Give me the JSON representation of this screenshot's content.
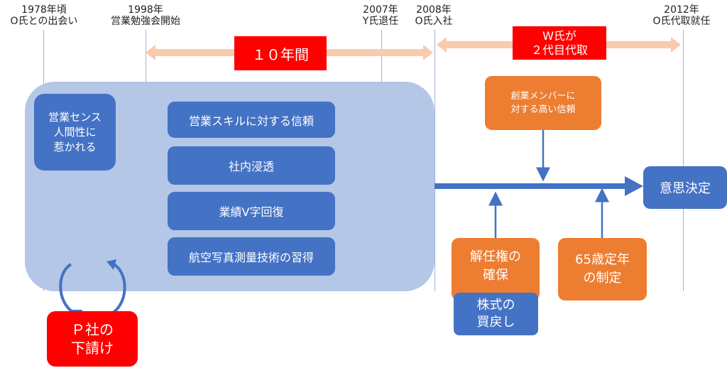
{
  "timeline": [
    {
      "year": "1978年頃",
      "event": "O氏との出会い"
    },
    {
      "year": "1998年",
      "event": "営業勉強会開始"
    },
    {
      "year": "2007年",
      "event": "Y氏退任"
    },
    {
      "year": "2008年",
      "event": "O氏入社"
    },
    {
      "year": "2012年",
      "event": "O氏代取就任"
    }
  ],
  "span_left_label": "１０年間",
  "span_right_label": "W氏が\n２代目代取",
  "sales_box": "営業センス\n人間性に\n惹かれる",
  "trust_items": [
    "営業スキルに対する信頼",
    "社内浸透",
    "業績V字回復",
    "航空写真測量技術の習得"
  ],
  "founder_box": "創業メンバーに\n対する高い信頼",
  "decision_box": "意思決定",
  "dismissal_box": "解任権の\n確保",
  "buyback_box": "株式の\n買戻し",
  "retire_box": "65歳定年\nの制定",
  "subcontract_box": "Ｐ社の\n下請け",
  "colors": {
    "blue": "#4472c4",
    "orange": "#ed7d31",
    "red": "#ff0000",
    "light_blue": "#b4c7e7",
    "pink_arrow": "#f8cbad"
  }
}
